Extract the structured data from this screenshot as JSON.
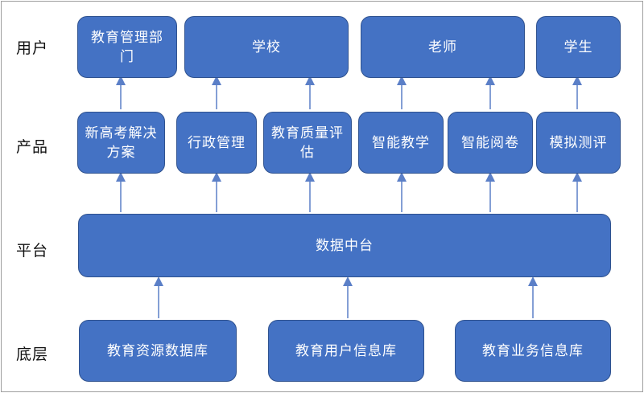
{
  "row_labels": {
    "user": "用户",
    "product": "产品",
    "platform": "平台",
    "base": "底层"
  },
  "users": {
    "edu_dept": "教育管理部门",
    "school": "学校",
    "teacher": "老师",
    "student": "学生"
  },
  "products": {
    "gaokao": "新高考解决方案",
    "admin": "行政管理",
    "quality": "教育质量评估",
    "smart_teaching": "智能教学",
    "smart_grading": "智能阅卷",
    "mock_test": "模拟测评"
  },
  "platform": {
    "data_center": "数据中台"
  },
  "base": {
    "resource_db": "教育资源数据库",
    "user_db": "教育用户信息库",
    "business_db": "教育业务信息库"
  },
  "colors": {
    "box_fill": "#4472c4",
    "box_border": "#2f528f",
    "arrow": "#5b7fc7"
  }
}
